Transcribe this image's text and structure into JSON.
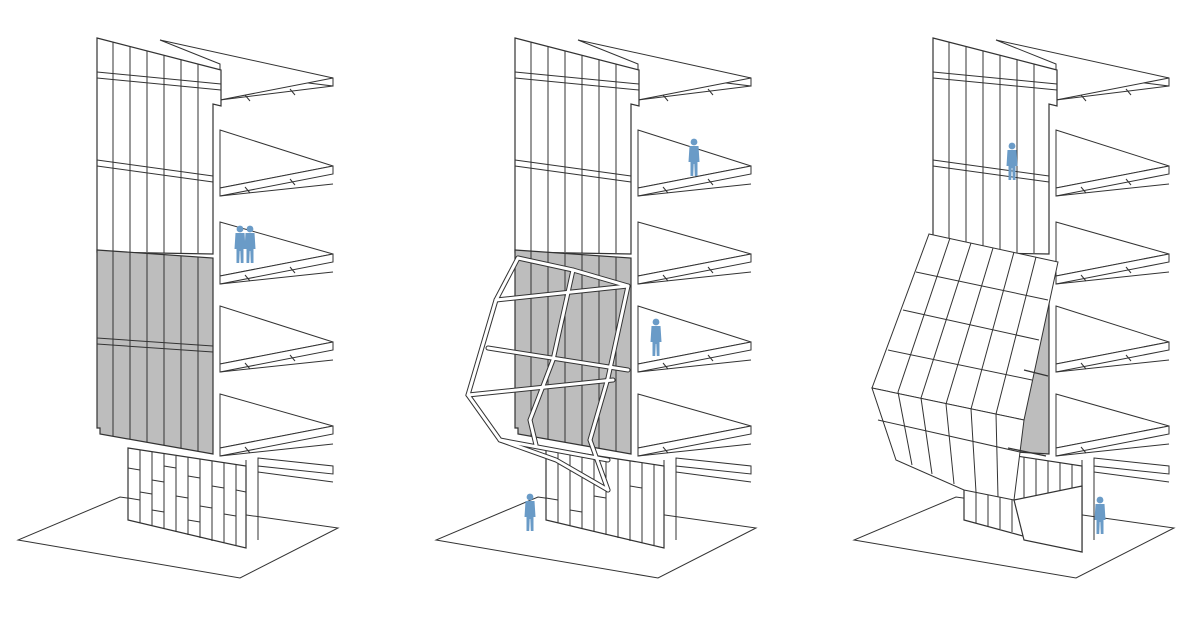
{
  "figure": {
    "panels": [
      {
        "id": "closed",
        "state": "panel closed against facade",
        "people": 2
      },
      {
        "id": "frame",
        "state": "frame structure extended",
        "people": 3
      },
      {
        "id": "open",
        "state": "panel swung open",
        "people": 2
      }
    ],
    "colors": {
      "line": "#333333",
      "closed_panel": "#bdbdbd",
      "person": "#6a9bc7",
      "background": "#ffffff"
    }
  }
}
